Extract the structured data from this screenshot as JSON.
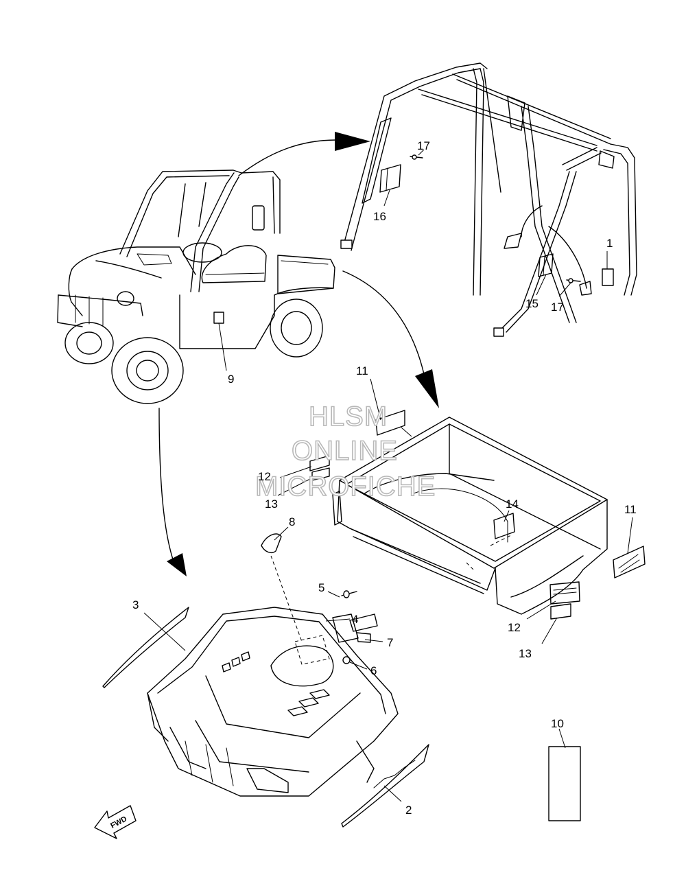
{
  "watermark": {
    "line1": "HLSM",
    "line2": "ONLINE",
    "line3": "MICROFICHE"
  },
  "direction_label": "FWD",
  "callouts": {
    "c1": "1",
    "c2": "2",
    "c3": "3",
    "c4": "4",
    "c5": "5",
    "c6": "6",
    "c7": "7",
    "c8": "8",
    "c9": "9",
    "c10": "10",
    "c11a": "11",
    "c11b": "11",
    "c12a": "12",
    "c12b": "12",
    "c13a": "13",
    "c13b": "13",
    "c14": "14",
    "c15": "15",
    "c16": "16",
    "c17a": "17",
    "c17b": "17"
  }
}
